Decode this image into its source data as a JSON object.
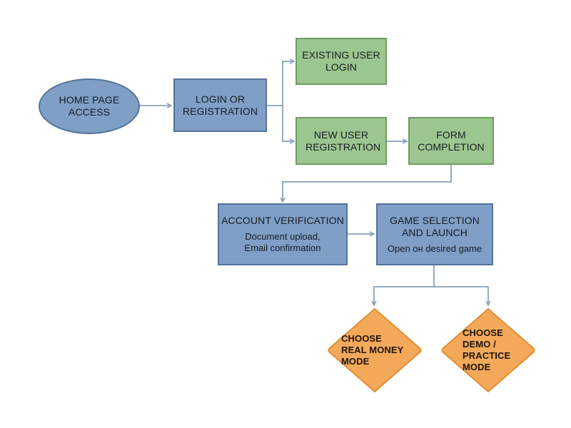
{
  "colors": {
    "blue_fill": "#7f9fc6",
    "blue_border": "#54739a",
    "green_fill": "#9cc68f",
    "green_border": "#6f9b63",
    "orange_fill": "#f4a95a",
    "orange_border": "#e28d34",
    "connector": "#8aa0b8"
  },
  "nodes": {
    "home": {
      "title": "HOME PAGE ACCESS"
    },
    "login_reg": {
      "title": "LOGIN OR REGISTRATION"
    },
    "existing": {
      "title": "EXISTING USER LOGIN"
    },
    "new_user": {
      "title": "NEW USER REGISTRATION"
    },
    "form": {
      "title": "FORM COMPLETION"
    },
    "verify": {
      "title": "ACCOUNT VERIFICATION",
      "subtitle": "Document upload, Email confirmation"
    },
    "game": {
      "title": "GAME SELECTION AND LAUNCH",
      "subtitle": "Open oн desired game"
    },
    "real_money": {
      "title": "CHOOSE REAL MONEY MODE"
    },
    "demo": {
      "title": "CHOOSE DEMO / PRACTICE MODE"
    }
  }
}
